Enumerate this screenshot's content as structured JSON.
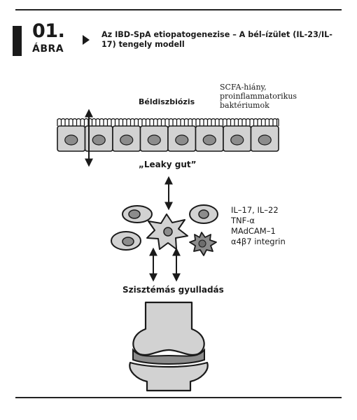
{
  "figure": {
    "number": "01.",
    "word": "ÁBRA",
    "caption": "Az IBD-SpA etiopatogenezise – A bél–ízület (IL-23/IL-17) tengely modell"
  },
  "labels": {
    "beldiszbiozis": "Béldiszbiózis",
    "scfa": [
      "SCFA-hiány,",
      "proinflammatorikus",
      "baktériumok"
    ],
    "leaky_gut": "„Leaky gut”",
    "cytokines": [
      "IL–17, IL–22",
      "TNF-α",
      "MAdCAM–1",
      "α4β7 integrin"
    ],
    "systemic": "Szisztémás gyulladás"
  },
  "colors": {
    "cell_fill": "#d2d2d2",
    "nucleus_fill": "#8c8c8c",
    "ink": "#1a1a1a"
  },
  "icons": [
    "play-triangle-icon",
    "double-arrow-icon",
    "knee-joint-icon"
  ]
}
